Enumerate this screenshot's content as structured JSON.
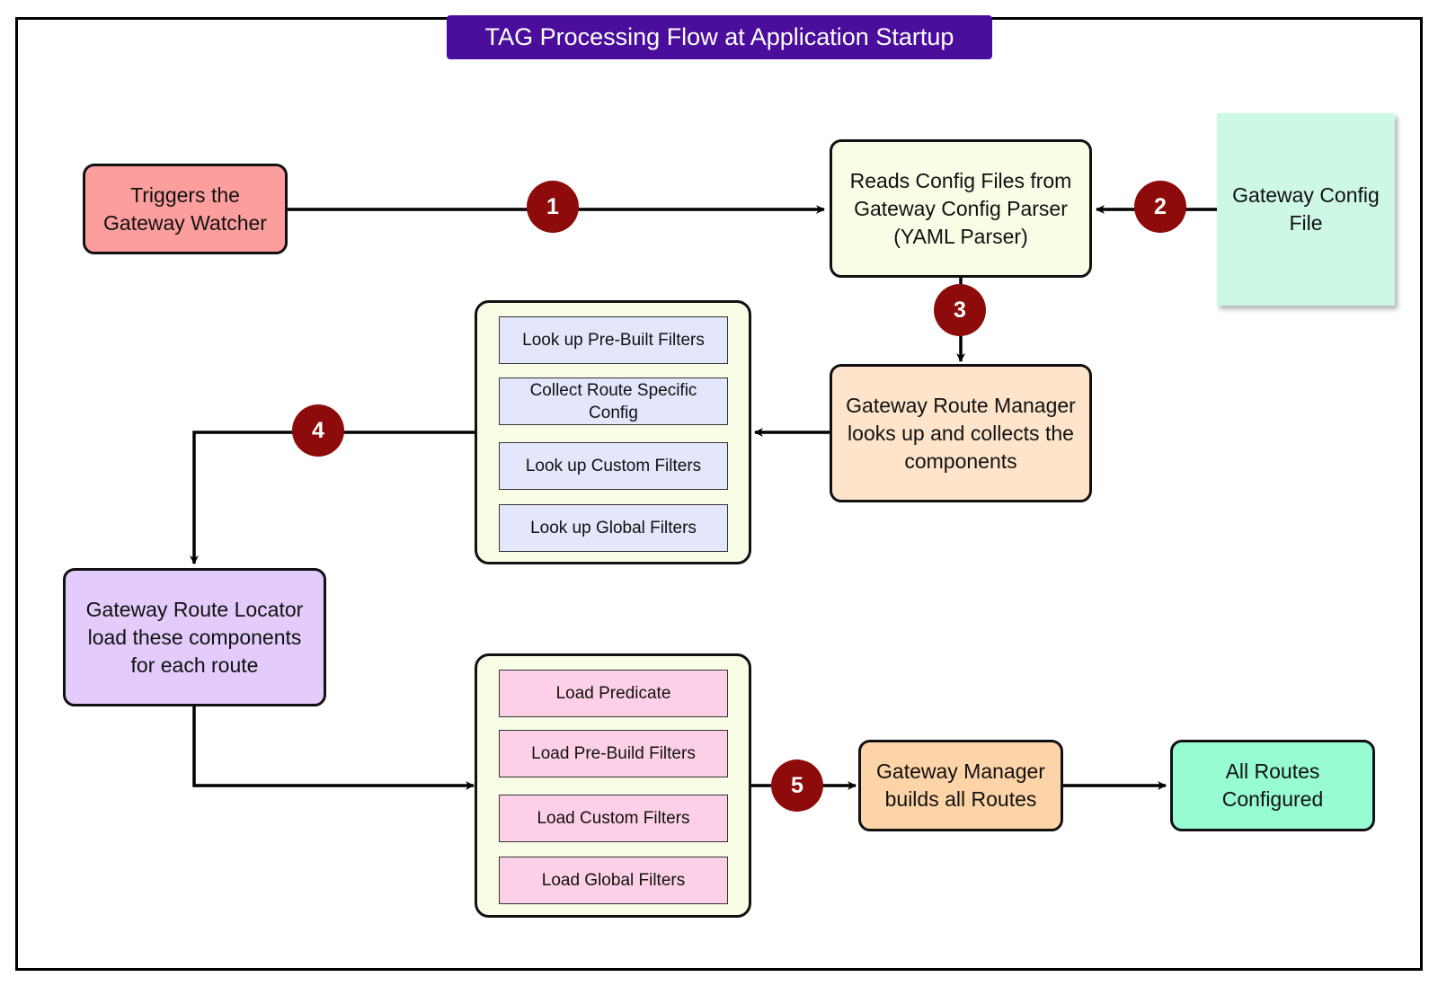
{
  "title": "TAG Processing Flow at Application Startup",
  "nodes": {
    "trigger": "Triggers the\nGateway Watcher",
    "parser": "Reads Config Files from\nGateway Config Parser\n(YAML Parser)",
    "config_file": "Gateway Config\nFile",
    "route_manager": "Gateway Route Manager\nlooks up and collects the\ncomponents",
    "route_locator": "Gateway Route Locator\nload these components\nfor each route",
    "gateway_manager": "Gateway Manager\nbuilds all Routes",
    "all_routes": "All Routes\nConfigured"
  },
  "lookup_group": {
    "items": [
      "Look up Pre-Built Filters",
      "Collect Route Specific\nConfig",
      "Look up Custom Filters",
      "Look up Global Filters"
    ]
  },
  "load_group": {
    "items": [
      "Load Predicate",
      "Load Pre-Build Filters",
      "Load Custom Filters",
      "Load Global Filters"
    ]
  },
  "steps": [
    "1",
    "2",
    "3",
    "4",
    "5"
  ],
  "colors": {
    "title_bg": "#4b0e9c",
    "step_badge": "#8e0b0b",
    "trigger": "#fd9e9e",
    "parser": "#f8fde6",
    "config_file": "#cdf8e6",
    "route_manager": "#fee4cb",
    "route_locator": "#e3ccfb",
    "gateway_manager": "#fdd4a7",
    "all_routes": "#97fcd1",
    "lookup_item": "#e4e6fb",
    "load_item": "#fdd0e8"
  }
}
